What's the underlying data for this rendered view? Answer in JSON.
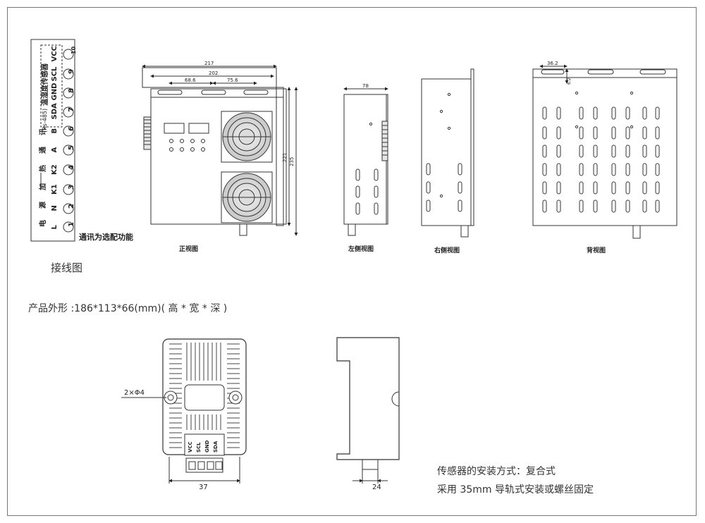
{
  "wiring": {
    "title": "接线图",
    "terminals": [
      {
        "num": "1",
        "label": "L"
      },
      {
        "num": "2",
        "label": "N"
      },
      {
        "num": "3",
        "label": "K1"
      },
      {
        "num": "4",
        "label": "K2"
      },
      {
        "num": "5",
        "label": "A"
      },
      {
        "num": "6",
        "label": "B"
      },
      {
        "num": "7",
        "label": "SDA"
      },
      {
        "num": "8",
        "label": "GND"
      },
      {
        "num": "9",
        "label": "SCL"
      },
      {
        "num": "10",
        "label": "VCC"
      }
    ],
    "group_labels": {
      "power_1": "电",
      "power_2": "源",
      "heat_1": "加",
      "heat_2": "热",
      "comm_1": "通",
      "comm_2": "讯",
      "rs485": "(Rs-485)",
      "sensor": "温湿度传感器"
    },
    "note": "通讯为选配功能"
  },
  "views": {
    "front": "正视图",
    "left": "左侧视图",
    "right": "右侧视图",
    "back": "背视图"
  },
  "dimensions": {
    "d217": "217",
    "d202": "202",
    "d686": "68.6",
    "d756": "75.6",
    "d221": "221",
    "d235": "235",
    "d78": "78",
    "d362": "36.2",
    "d62": "6.2",
    "d37": "37",
    "d24": "24",
    "hole": "2×Φ4"
  },
  "sensor": {
    "size_text": "产品外形 :186*113*66(mm)( 高 * 宽 * 深 )",
    "pins": [
      "VCC",
      "SCL",
      "GND",
      "SDA"
    ],
    "mount_line1": "传感器的安装方式：复合式",
    "mount_line2": "采用 35mm 导轨式安装或螺丝固定"
  }
}
